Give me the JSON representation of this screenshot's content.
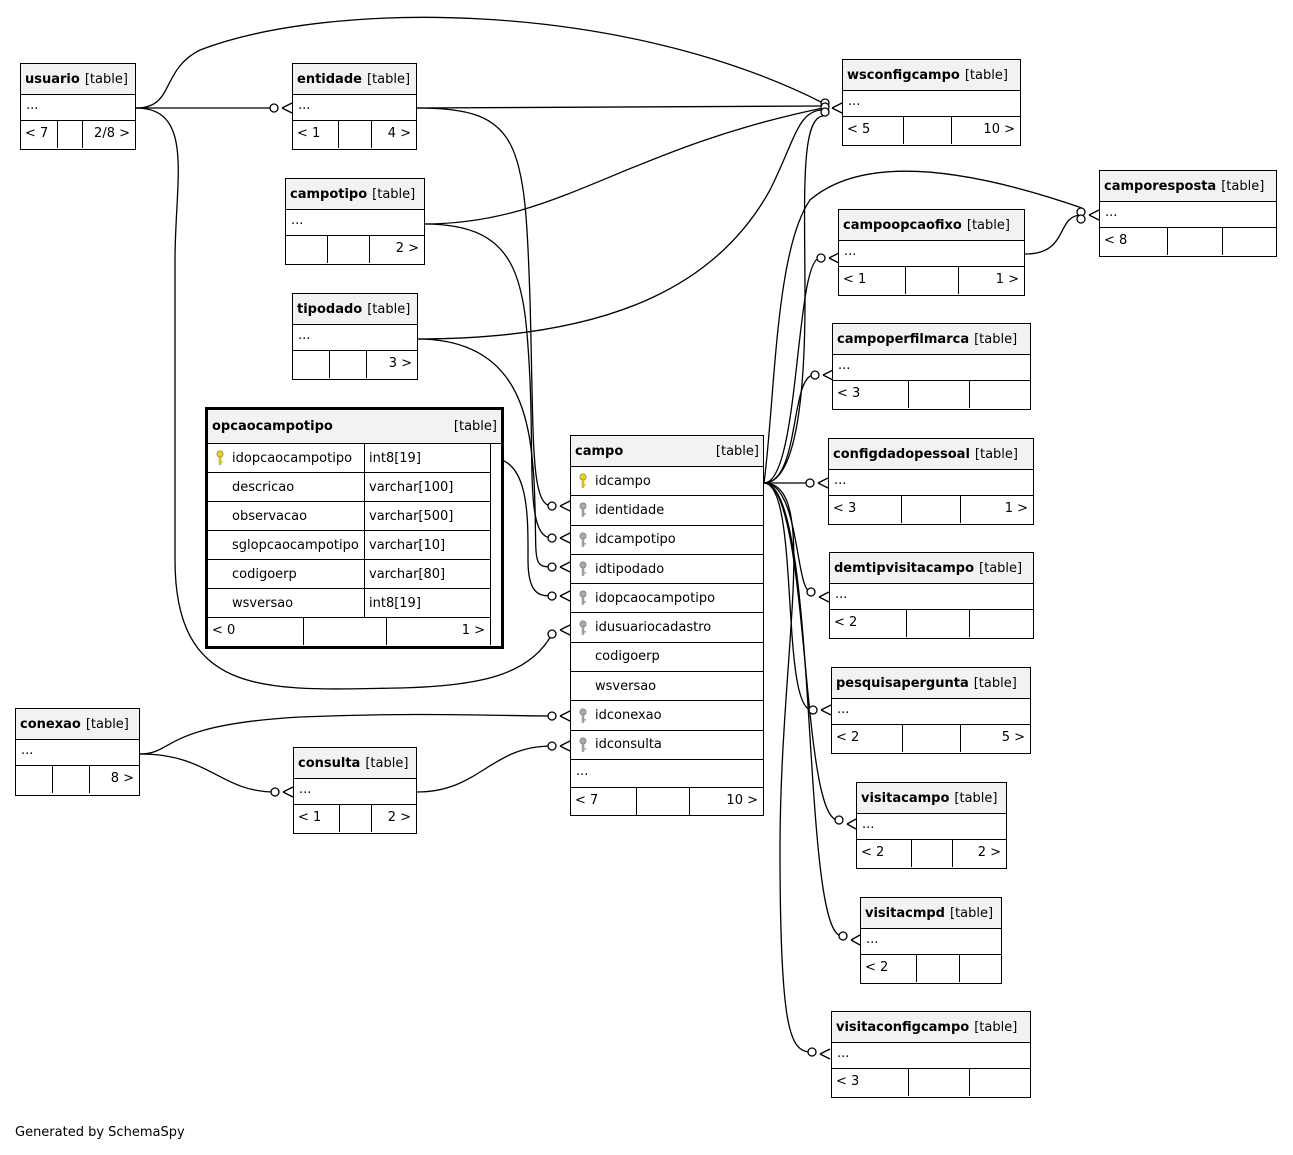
{
  "tag": "[table]",
  "ellipsis": "...",
  "tables": {
    "usuario": {
      "name": "usuario",
      "left": "< 7",
      "right": "2/8 >"
    },
    "entidade": {
      "name": "entidade",
      "left": "< 1",
      "right": "4 >"
    },
    "wsconfigcampo": {
      "name": "wsconfigcampo",
      "left": "< 5",
      "right": "10 >"
    },
    "camporesposta": {
      "name": "camporesposta",
      "left": "< 8",
      "right": ""
    },
    "campotipo": {
      "name": "campotipo",
      "left": "",
      "right": "2 >"
    },
    "campoopcaofixo": {
      "name": "campoopcaofixo",
      "left": "< 1",
      "right": "1 >"
    },
    "tipodado": {
      "name": "tipodado",
      "left": "",
      "right": "3 >"
    },
    "campoperfilmarca": {
      "name": "campoperfilmarca",
      "left": "< 3",
      "right": ""
    },
    "configdadopessoal": {
      "name": "configdadopessoal",
      "left": "< 3",
      "right": "1 >"
    },
    "demtipvisitacampo": {
      "name": "demtipvisitacampo",
      "left": "< 2",
      "right": ""
    },
    "pesquisapergunta": {
      "name": "pesquisapergunta",
      "left": "< 2",
      "right": "5 >"
    },
    "visitacampo": {
      "name": "visitacampo",
      "left": "< 2",
      "right": "2 >"
    },
    "visitacmpd": {
      "name": "visitacmpd",
      "left": "< 2",
      "right": ""
    },
    "visitaconfigcampo": {
      "name": "visitaconfigcampo",
      "left": "< 3",
      "right": ""
    },
    "conexao": {
      "name": "conexao",
      "left": "",
      "right": "8 >"
    },
    "consulta": {
      "name": "consulta",
      "left": "< 1",
      "right": "2 >"
    }
  },
  "opcaocampotipo": {
    "name": "opcaocampotipo",
    "columns": [
      {
        "name": "idopcaocampotipo",
        "type": "int8[19]",
        "key": "primary"
      },
      {
        "name": "descricao",
        "type": "varchar[100]",
        "key": "none"
      },
      {
        "name": "observacao",
        "type": "varchar[500]",
        "key": "none"
      },
      {
        "name": "sglopcaocampotipo",
        "type": "varchar[10]",
        "key": "none"
      },
      {
        "name": "codigoerp",
        "type": "varchar[80]",
        "key": "none"
      },
      {
        "name": "wsversao",
        "type": "int8[19]",
        "key": "none"
      }
    ],
    "left": "< 0",
    "right": "1 >"
  },
  "campo": {
    "name": "campo",
    "columns": [
      {
        "name": "idcampo",
        "key": "primary"
      },
      {
        "name": "identidade",
        "key": "foreign"
      },
      {
        "name": "idcampotipo",
        "key": "foreign"
      },
      {
        "name": "idtipodado",
        "key": "foreign"
      },
      {
        "name": "idopcaocampotipo",
        "key": "foreign"
      },
      {
        "name": "idusuariocadastro",
        "key": "foreign"
      },
      {
        "name": "codigoerp",
        "key": "none"
      },
      {
        "name": "wsversao",
        "key": "none"
      },
      {
        "name": "idconexao",
        "key": "foreign"
      },
      {
        "name": "idconsulta",
        "key": "foreign"
      }
    ],
    "left": "< 7",
    "right": "10 >"
  },
  "colors": {
    "primary_key": "#e8d800",
    "foreign_key": "#a8a8a8",
    "header_bg": "#f2f2f2"
  },
  "credit": "Generated by SchemaSpy"
}
